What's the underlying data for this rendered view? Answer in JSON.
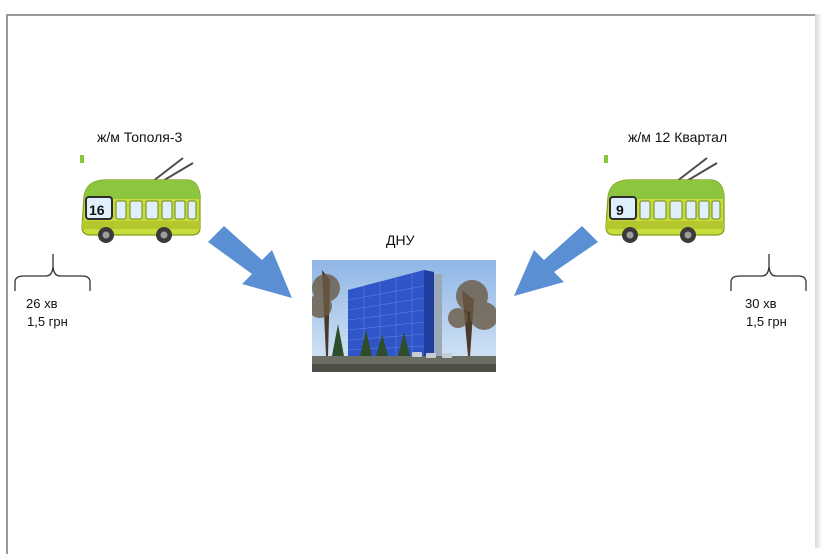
{
  "left_route": {
    "destination": "ж/м Тополя-3",
    "route_number": "16",
    "time": "26 хв",
    "fare": "1,5 грн"
  },
  "right_route": {
    "destination": "ж/м 12 Квартал",
    "route_number": "9",
    "time": "30 хв",
    "fare": "1,5 грн"
  },
  "center": {
    "label": "ДНУ"
  },
  "colors": {
    "arrow": "#5b8fd4",
    "bus_body": "#c8dc3c",
    "bus_roof": "#8cc63f",
    "bus_window": "#dfeffb",
    "building": "#2f55c8",
    "frame": "#9a9a9a"
  },
  "icons": {
    "trolleybus": "trolleybus-icon",
    "arrow": "arrow-icon",
    "photo": "university-building-photo"
  }
}
